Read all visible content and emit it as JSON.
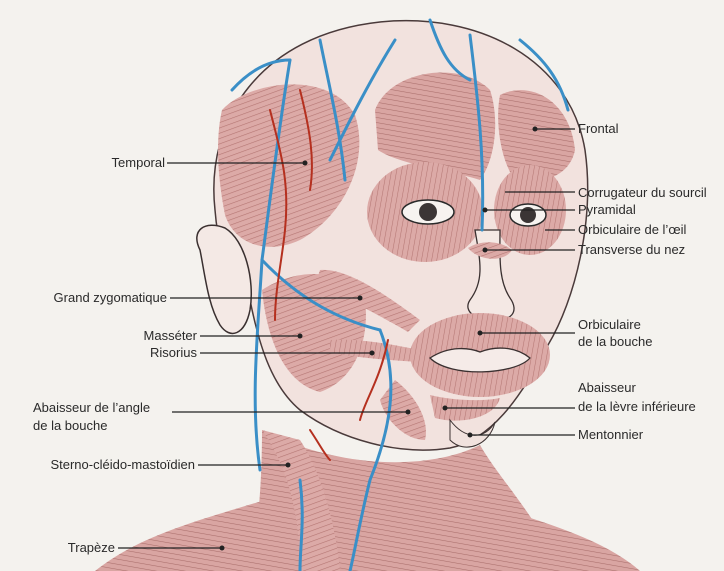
{
  "labels_left": {
    "temporal": "Temporal",
    "grand_zygomatique": "Grand zygomatique",
    "masseter": "Masséter",
    "risorius": "Risorius",
    "abaisseur_angle_1": "Abaisseur de l’angle",
    "abaisseur_angle_2": "de la bouche",
    "sterno": "Sterno-cléido-mastoïdien",
    "trapeze": "Trapèze"
  },
  "labels_right": {
    "frontal": "Frontal",
    "corrugateur": "Corrugateur du sourcil",
    "pyramidal": "Pyramidal",
    "orbiculaire_oeil": "Orbiculaire de l’œil",
    "transverse_nez": "Transverse du nez",
    "orbiculaire_bouche_1": "Orbiculaire",
    "orbiculaire_bouche_2": "de la bouche",
    "abaisseur_levre_1": "Abaisseur",
    "abaisseur_levre_2": "de la lèvre inférieure",
    "mentonnier": "Mentonnier"
  },
  "colors": {
    "muscle": "#d9a8a6",
    "muscle_dark": "#b97c7a",
    "vein": "#3a8fc7",
    "artery": "#b5301f",
    "skin_light": "#f3e6e2",
    "line": "#222222"
  }
}
